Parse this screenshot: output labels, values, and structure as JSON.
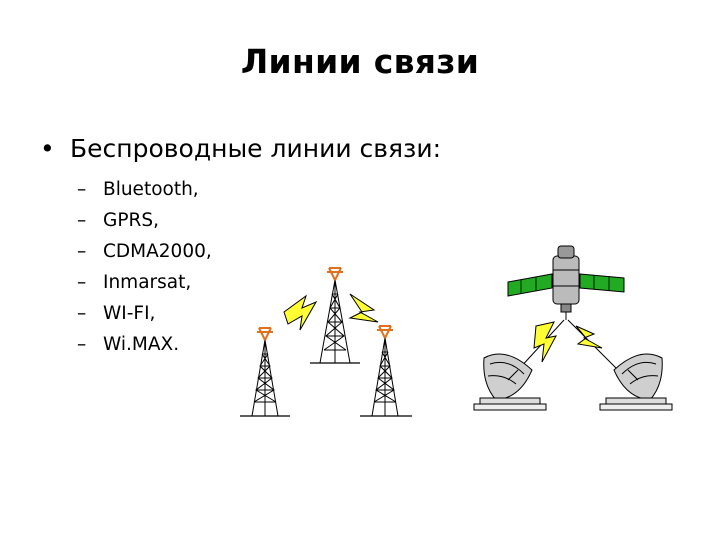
{
  "slide": {
    "title": "Линии связи",
    "bullet": "Беспроводные линии связи:",
    "bullet_marker": "•",
    "sub_marker": "–",
    "items": [
      "Bluetooth,",
      "GPRS,",
      "CDMA2000,",
      "Inmarsat,",
      "WI-FI,",
      "Wi.MAX."
    ]
  },
  "illustrations": {
    "left": "radio-towers-icon",
    "right": "satellite-dishes-icon"
  },
  "colors": {
    "lightning": "#ffff33",
    "antenna": "#e0701c",
    "satellite_panel": "#22aa22"
  }
}
